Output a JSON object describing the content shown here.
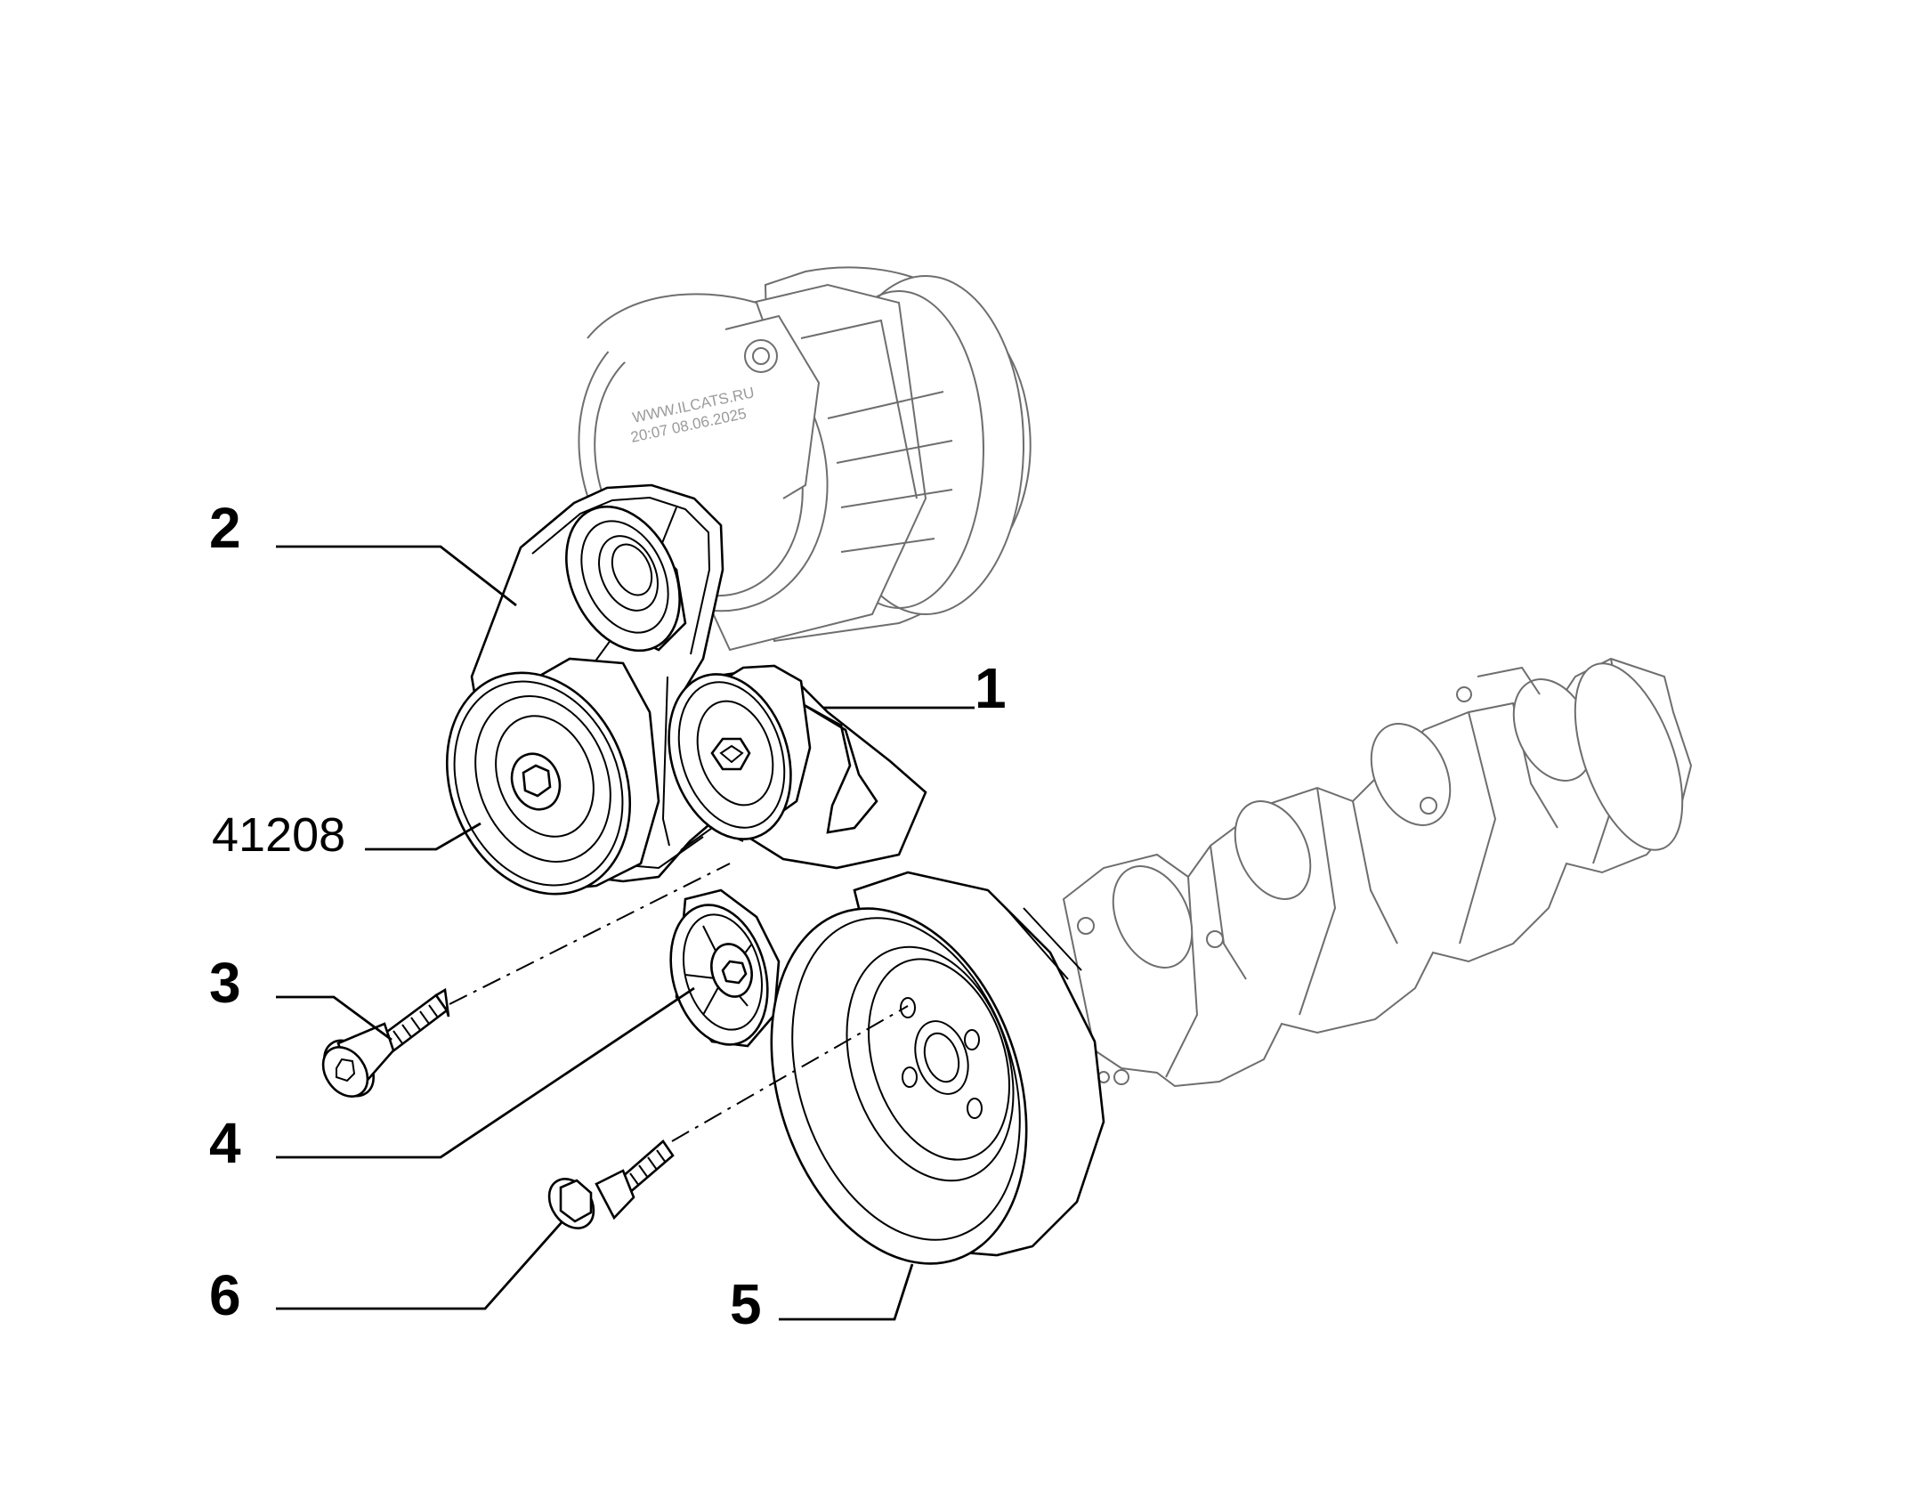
{
  "watermark": {
    "site": "WWW.ILCATS.RU",
    "timestamp": "20:07 08.06.2025"
  },
  "callouts": [
    {
      "id": "1",
      "label": "1"
    },
    {
      "id": "2",
      "label": "2"
    },
    {
      "id": "3",
      "label": "3"
    },
    {
      "id": "4",
      "label": "4"
    },
    {
      "id": "5",
      "label": "5"
    },
    {
      "id": "6",
      "label": "6"
    }
  ],
  "reference": {
    "label": "41208"
  }
}
